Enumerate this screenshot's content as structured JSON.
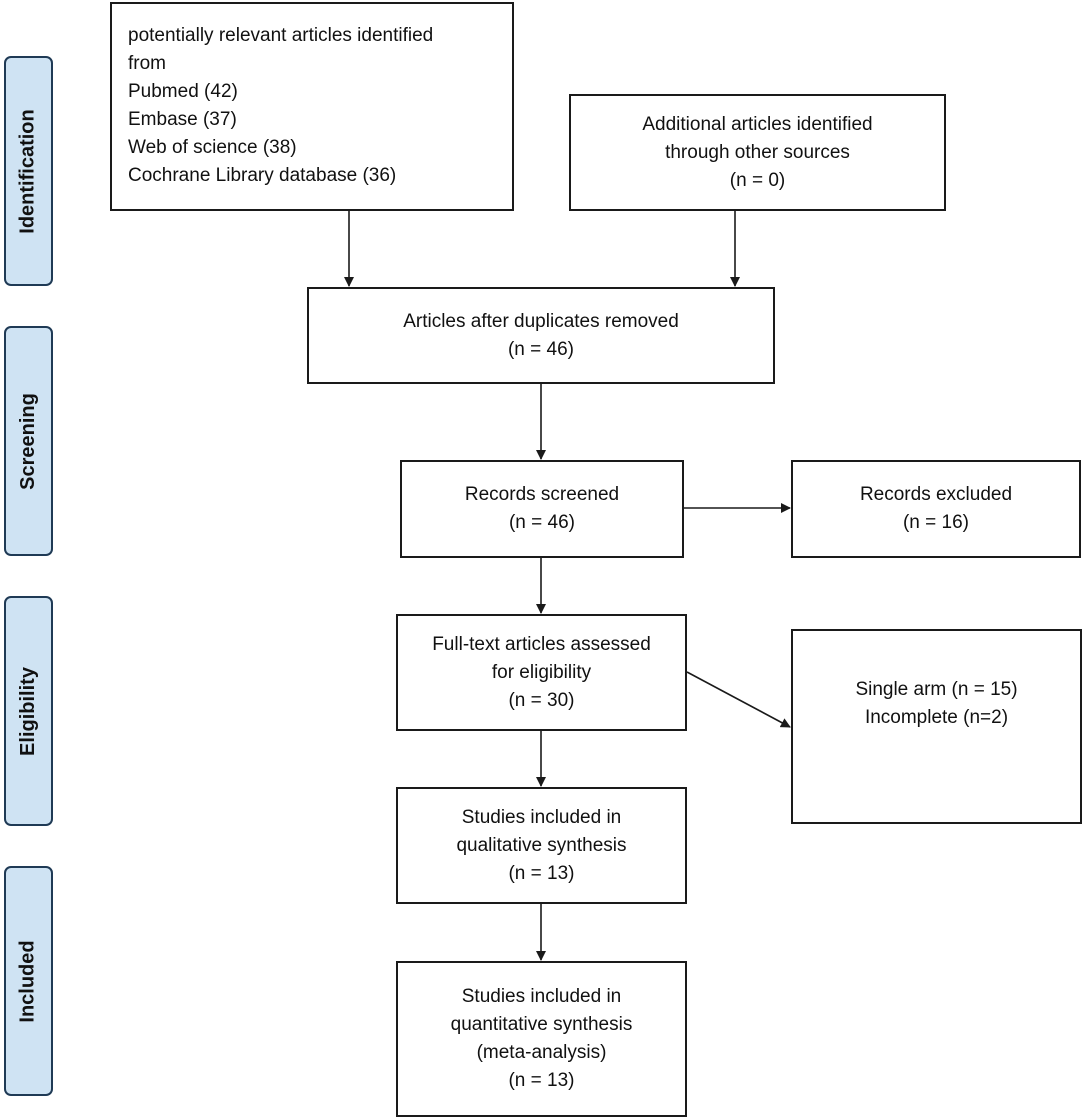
{
  "stages": [
    {
      "key": "identification",
      "label": "Identification"
    },
    {
      "key": "screening",
      "label": "Screening"
    },
    {
      "key": "eligibility",
      "label": "Eligibility"
    },
    {
      "key": "included",
      "label": "Included"
    }
  ],
  "boxes": {
    "databases": {
      "lines": [
        "potentially relevant articles identified",
        "from",
        "Pubmed (42)",
        "Embase (37)",
        "Web of science (38)",
        "Cochrane Library database (36)"
      ]
    },
    "other_sources": {
      "lines": [
        "Additional articles identified",
        "through other sources",
        "(n = 0)"
      ]
    },
    "after_duplicates": {
      "lines": [
        "Articles after duplicates removed",
        "(n = 46)"
      ]
    },
    "screened": {
      "lines": [
        "Records screened",
        "(n = 46)"
      ]
    },
    "excluded": {
      "lines": [
        "Records excluded",
        "(n = 16)"
      ]
    },
    "full_text": {
      "lines": [
        "Full-text articles assessed",
        "for eligibility",
        "(n = 30)"
      ]
    },
    "full_text_excluded": {
      "lines": [
        "Single arm (n = 15)",
        "Incomplete (n=2)"
      ]
    },
    "qualitative": {
      "lines": [
        "Studies included in",
        "qualitative synthesis",
        "(n = 13)"
      ]
    },
    "quantitative": {
      "lines": [
        "Studies included in",
        "quantitative synthesis",
        "(meta-analysis)",
        "(n = 13)"
      ]
    }
  }
}
